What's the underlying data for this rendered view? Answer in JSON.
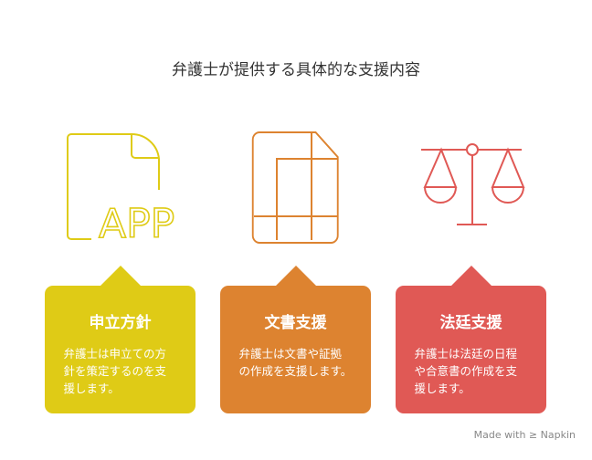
{
  "title": "弁護士が提供する具体的な支援内容",
  "cards": [
    {
      "title": "申立方針",
      "text": "弁護士は申立ての方針を策定するのを支援します。",
      "color": "#DFCB16",
      "icon": "app-file-icon"
    },
    {
      "title": "文書支援",
      "text": "弁護士は文書や証拠の作成を支援します。",
      "color": "#DD8330",
      "icon": "document-icon"
    },
    {
      "title": "法廷支援",
      "text": "弁護士は法廷の日程や合意書の作成を支援します。",
      "color": "#E05955",
      "icon": "scales-icon"
    }
  ],
  "icon_text": "APP",
  "footer": "Made with ≥ Napkin"
}
